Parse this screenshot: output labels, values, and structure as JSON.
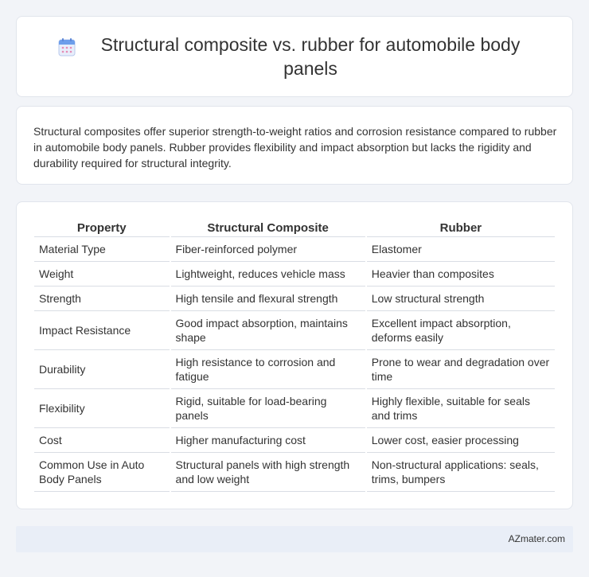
{
  "header": {
    "title": "Structural composite vs. rubber for automobile body panels",
    "icon": "calendar-icon"
  },
  "intro": {
    "text": "Structural composites offer superior strength-to-weight ratios and corrosion resistance compared to rubber in automobile body panels. Rubber provides flexibility and impact absorption but lacks the rigidity and durability required for structural integrity."
  },
  "table": {
    "headers": [
      "Property",
      "Structural Composite",
      "Rubber"
    ],
    "rows": [
      [
        "Material Type",
        "Fiber-reinforced polymer",
        "Elastomer"
      ],
      [
        "Weight",
        "Lightweight, reduces vehicle mass",
        "Heavier than composites"
      ],
      [
        "Strength",
        "High tensile and flexural strength",
        "Low structural strength"
      ],
      [
        "Impact Resistance",
        "Good impact absorption, maintains shape",
        "Excellent impact absorption, deforms easily"
      ],
      [
        "Durability",
        "High resistance to corrosion and fatigue",
        "Prone to wear and degradation over time"
      ],
      [
        "Flexibility",
        "Rigid, suitable for load-bearing panels",
        "Highly flexible, suitable for seals and trims"
      ],
      [
        "Cost",
        "Higher manufacturing cost",
        "Lower cost, easier processing"
      ],
      [
        "Common Use in Auto Body Panels",
        "Structural panels with high strength and low weight",
        "Non-structural applications: seals, trims, bumpers"
      ]
    ]
  },
  "footer": {
    "site": "AZmater.com"
  },
  "colors": {
    "background": "#f2f4f8",
    "card": "#ffffff",
    "footer_bg": "#e9eef7",
    "icon_blue": "#6d9eeb",
    "icon_pink": "#e58bb5"
  }
}
